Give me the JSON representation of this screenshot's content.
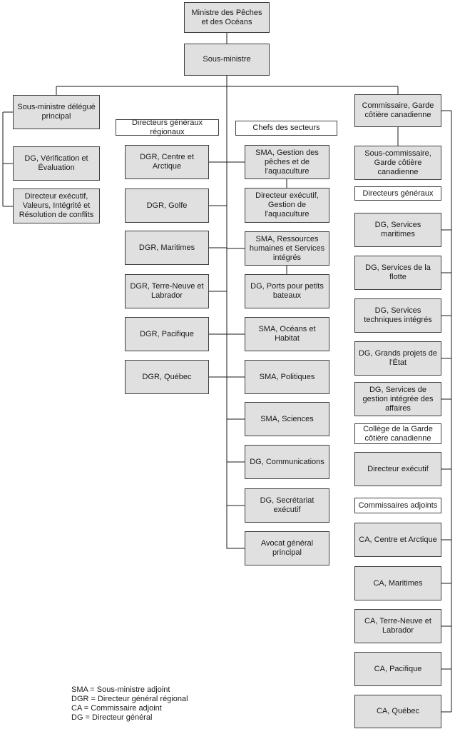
{
  "colors": {
    "box_fill": "#e0e0e0",
    "header_fill": "#ffffff",
    "box_border": "#3f3f3f",
    "line": "#1a1a1a",
    "background": "#ffffff"
  },
  "org": {
    "root": {
      "label": "Ministre des Pêches et des Océans"
    },
    "deputy": {
      "label": "Sous-ministre"
    },
    "left_branch": {
      "items": [
        "Sous-ministre délégué principal",
        "DG, Vérification et Évaluation",
        "Directeur exécutif, Valeurs, Intégrité et Résolution de conflits"
      ]
    },
    "regional": {
      "header": "Directeurs généraux régionaux",
      "items": [
        "DGR, Centre et Arctique",
        "DGR, Golfe",
        "DGR, Maritimes",
        "DGR, Terre-Neuve et Labrador",
        "DGR, Pacifique",
        "DGR, Québec"
      ]
    },
    "sectors": {
      "header": "Chefs des secteurs",
      "items": [
        "SMA, Gestion des pêches et de l'aquaculture",
        "Directeur exécutif, Gestion de l'aquaculture",
        "SMA, Ressources humaines et Services intégrés",
        "DG, Ports pour petits bateaux",
        "SMA, Océans et Habitat",
        "SMA, Politiques",
        "SMA, Sciences",
        "DG, Communications",
        "DG, Secrétariat exécutif",
        "Avocat général principal"
      ]
    },
    "coast_guard": {
      "commissioner": "Commissaire, Garde côtière canadienne",
      "deputy_commissioner": "Sous-commissaire, Garde côtière canadienne",
      "dg_header": "Directeurs généraux",
      "dg_items": [
        "DG, Services maritimes",
        "DG, Services de la flotte",
        "DG, Services techniques intégrés",
        "DG, Grands projets de l'État",
        "DG, Services de gestion intégrée des affaires"
      ],
      "college_header": "Collège de la Garde côtière canadienne",
      "college_item": "Directeur exécutif",
      "ca_header": "Commissaires adjoints",
      "ca_items": [
        "CA, Centre et Arctique",
        "CA, Maritimes",
        "CA, Terre-Neuve et Labrador",
        "CA, Pacifique",
        "CA, Québec"
      ]
    }
  },
  "legend": {
    "lines": [
      "SMA = Sous-ministre adjoint",
      "DGR = Directeur général régional",
      "CA = Commissaire adjoint",
      "DG = Directeur général"
    ]
  }
}
